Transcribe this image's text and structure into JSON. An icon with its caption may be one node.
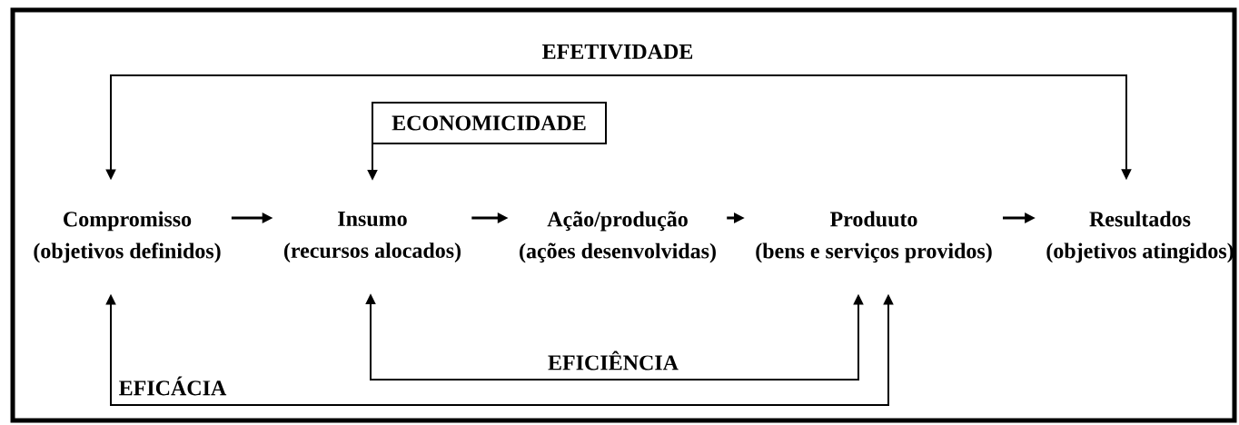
{
  "diagram": {
    "nodes": [
      {
        "text": [
          "ECONOMICIDADE"
        ]
      },
      {
        "text": [
          "Compromisso",
          "(objetivos definidos)"
        ]
      },
      {
        "text": [
          "Insumo",
          "(recursos alocados)"
        ]
      },
      {
        "text": [
          "Ação/produção",
          "(ações desenvolvidas)"
        ]
      },
      {
        "text": [
          "Produuto",
          "(bens e serviços providos)"
        ]
      },
      {
        "text": [
          "Resultados",
          "(objetivos atingidos)"
        ]
      }
    ],
    "edges": [
      {
        "from": 0,
        "to": 2,
        "arrow": "to"
      },
      {
        "from": 1,
        "to": 2,
        "arrow": "to"
      },
      {
        "from": 2,
        "to": 3,
        "arrow": "to"
      },
      {
        "from": 3,
        "to": 4,
        "arrow": "to"
      },
      {
        "from": 4,
        "to": 5,
        "arrow": "to"
      },
      {
        "from": 1,
        "to": 5,
        "arrow": "both",
        "label": "EFETIVIDADE"
      },
      {
        "from": 2,
        "to": 4,
        "arrow": "both",
        "label": "EFICIÊNCIA"
      },
      {
        "from": 1,
        "to": 4,
        "arrow": "both",
        "label": "EFICÁCIA"
      }
    ]
  }
}
